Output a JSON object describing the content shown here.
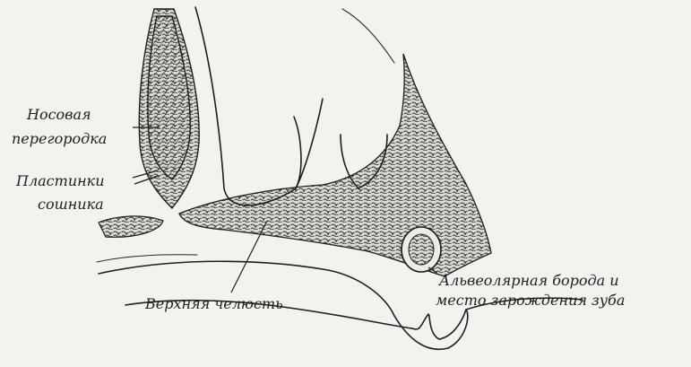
{
  "labels": {
    "septum_line1": "Носовая",
    "septum_line2": "перегородка",
    "vomer_line1": "Пластинки",
    "vomer_line2": "сошника",
    "maxilla": "Верхняя челюсть",
    "alveolar_line1": "Альвеолярная борода и",
    "alveolar_line2": "место зарождения зуба"
  }
}
